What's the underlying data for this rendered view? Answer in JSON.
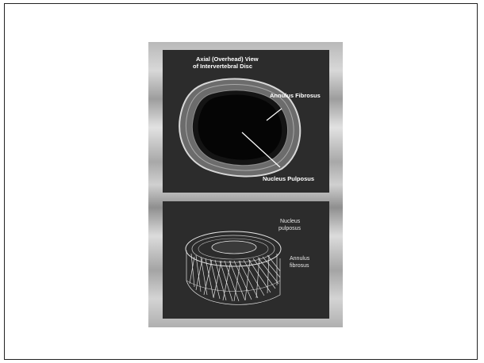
{
  "diagram": {
    "top_panel": {
      "title_line1": "Axial (Overhead) View",
      "title_line2": "of Intervertebral Disc",
      "label_annulus": "Annulus Fibrosus",
      "label_nucleus": "Nucleus Pulposus"
    },
    "bottom_panel": {
      "label_nucleus_line1": "Nucleus",
      "label_nucleus_line2": "pulposus",
      "label_annulus_line1": "Annulus",
      "label_annulus_line2": "fibrosus"
    }
  }
}
